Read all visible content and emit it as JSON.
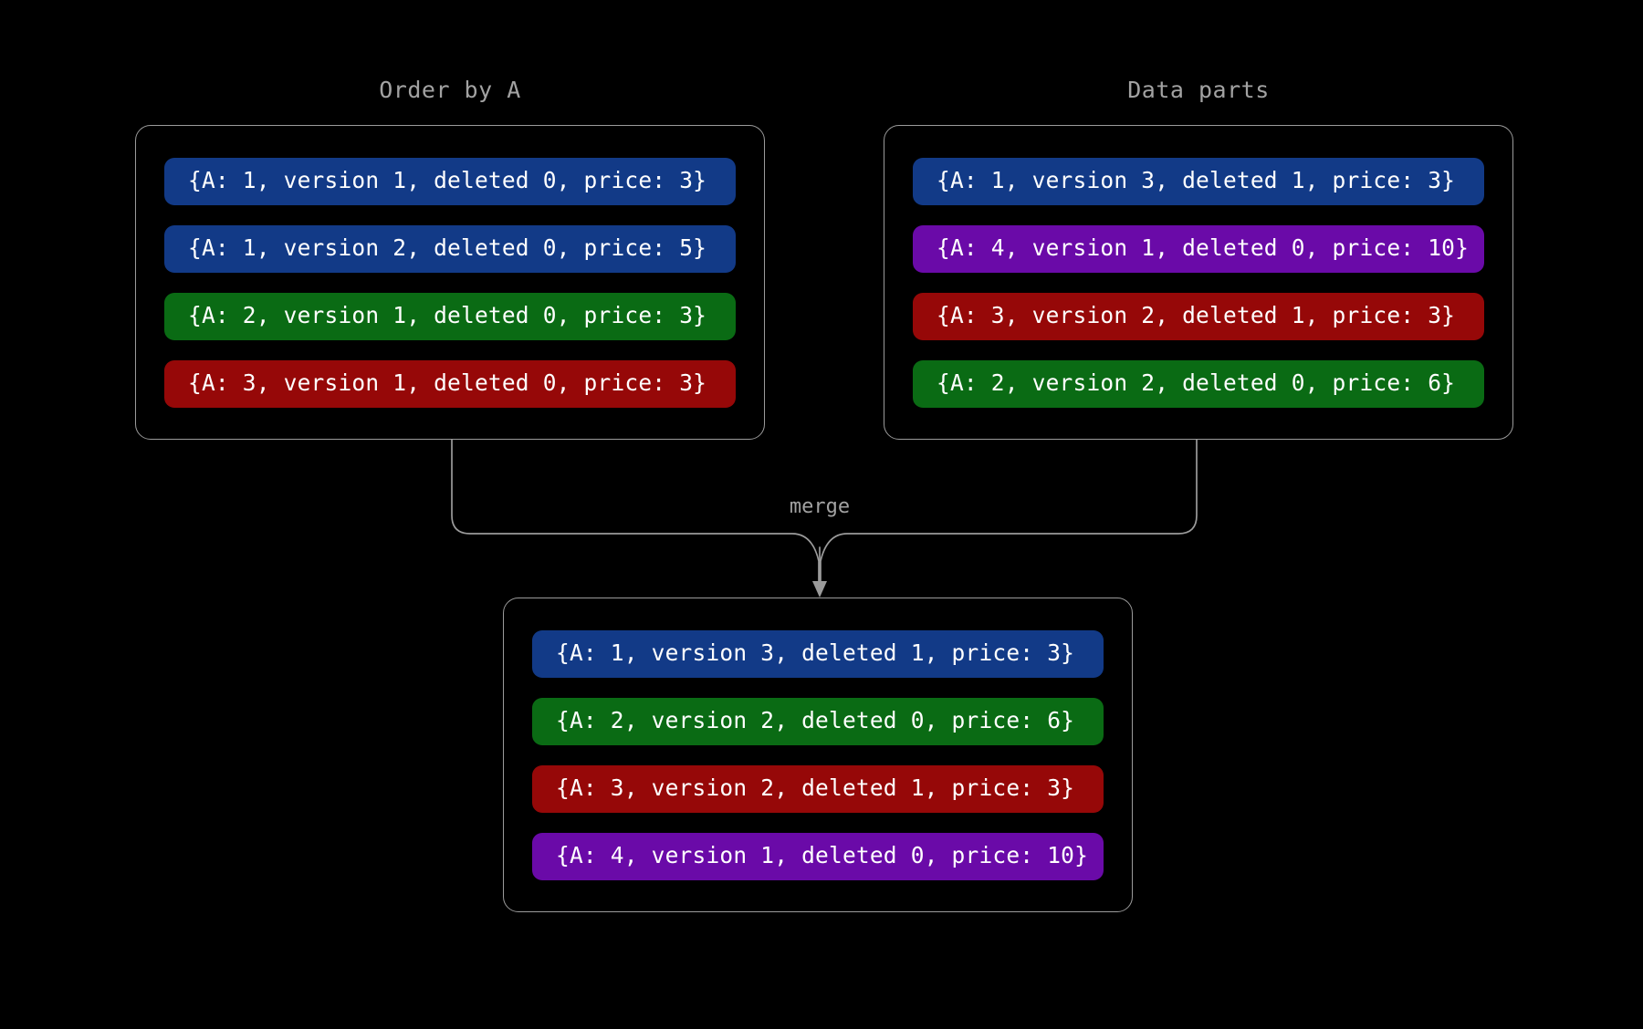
{
  "diagram": {
    "background_color": "#000000",
    "border_color": "#9b9b9b",
    "label_color": "#a2a2a2",
    "edge_label": "merge"
  },
  "palette": {
    "blue": "#123a87",
    "green": "#0a6b14",
    "red": "#960808",
    "purple": "#6a0aa8"
  },
  "groups": {
    "order_by_a": {
      "title": "Order by A",
      "rows": [
        {
          "text": "{A: 1, version 1, deleted 0, price: 3}",
          "color": "#123a87",
          "key": 1,
          "version": 1,
          "deleted": 0,
          "price": 3
        },
        {
          "text": "{A: 1, version 2, deleted 0, price: 5}",
          "color": "#123a87",
          "key": 1,
          "version": 2,
          "deleted": 0,
          "price": 5
        },
        {
          "text": "{A: 2, version 1, deleted 0, price: 3}",
          "color": "#0a6b14",
          "key": 2,
          "version": 1,
          "deleted": 0,
          "price": 3
        },
        {
          "text": "{A: 3, version 1, deleted 0, price: 3}",
          "color": "#960808",
          "key": 3,
          "version": 1,
          "deleted": 0,
          "price": 3
        }
      ]
    },
    "data_parts": {
      "title": "Data parts",
      "rows": [
        {
          "text": "{A: 1, version 3, deleted 1, price: 3}",
          "color": "#123a87",
          "key": 1,
          "version": 3,
          "deleted": 1,
          "price": 3
        },
        {
          "text": "{A: 4, version 1, deleted 0, price: 10}",
          "color": "#6a0aa8",
          "key": 4,
          "version": 1,
          "deleted": 0,
          "price": 10
        },
        {
          "text": "{A: 3, version 2, deleted 1, price: 3}",
          "color": "#960808",
          "key": 3,
          "version": 2,
          "deleted": 1,
          "price": 3
        },
        {
          "text": "{A: 2, version 2, deleted 0, price: 6}",
          "color": "#0a6b14",
          "key": 2,
          "version": 2,
          "deleted": 0,
          "price": 6
        }
      ]
    },
    "merged": {
      "title": "",
      "rows": [
        {
          "text": "{A: 1, version 3, deleted 1, price: 3}",
          "color": "#123a87",
          "key": 1,
          "version": 3,
          "deleted": 1,
          "price": 3
        },
        {
          "text": "{A: 2, version 2, deleted 0, price: 6}",
          "color": "#0a6b14",
          "key": 2,
          "version": 2,
          "deleted": 0,
          "price": 6
        },
        {
          "text": "{A: 3, version 2, deleted 1, price: 3}",
          "color": "#960808",
          "key": 3,
          "version": 2,
          "deleted": 1,
          "price": 3
        },
        {
          "text": "{A: 4, version 1, deleted 0, price: 10}",
          "color": "#6a0aa8",
          "key": 4,
          "version": 1,
          "deleted": 0,
          "price": 10
        }
      ]
    }
  }
}
